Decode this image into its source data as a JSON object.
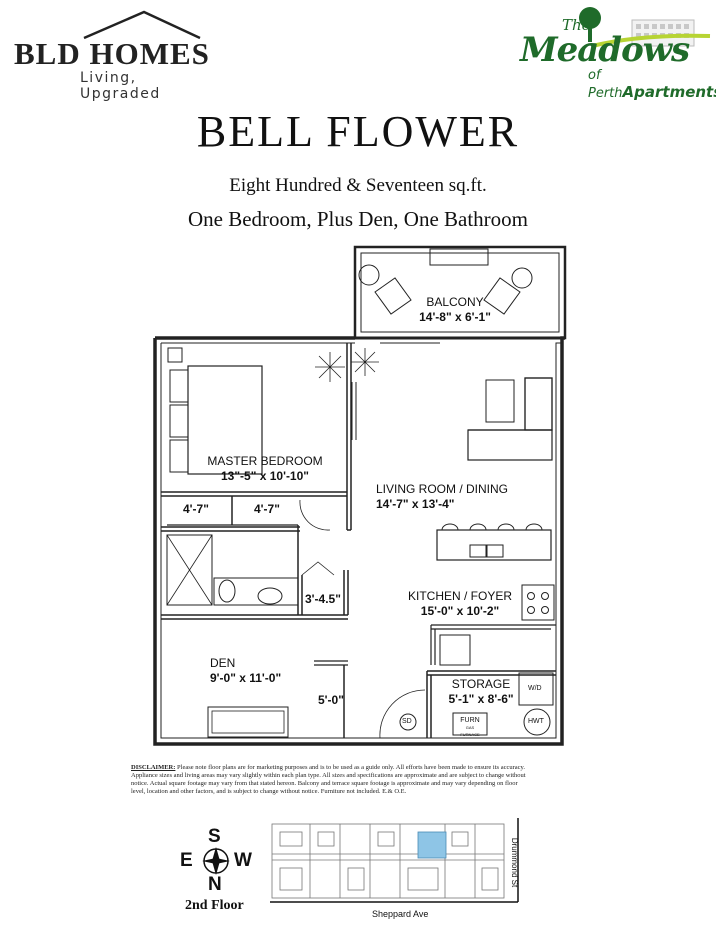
{
  "header": {
    "left_brand": {
      "name": "BLD HOMES",
      "tagline": "Living, Upgraded"
    },
    "right_brand": {
      "the": "The",
      "name": "Meadows",
      "of_perth": "of Perth",
      "apartments": "Apartments"
    }
  },
  "title": "BELL FLOWER",
  "area": "Eight Hundred & Seventeen sq.ft.",
  "layout": "One Bedroom, Plus Den, One Bathroom",
  "rooms": {
    "balcony": {
      "label": "BALCONY",
      "dims": "14'-8\" x 6'-1\""
    },
    "master_bedroom": {
      "label": "MASTER BEDROOM",
      "dims": "13\"-5\" x 10'-10\""
    },
    "living": {
      "label": "LIVING ROOM / DINING",
      "dims": "14'-7\" x 13'-4\""
    },
    "kitchen": {
      "label": "KITCHEN / FOYER",
      "dims": "15'-0\" x 10'-2\""
    },
    "den": {
      "label": "DEN",
      "dims": "9'-0\" x 11'-0\""
    },
    "storage": {
      "label": "STORAGE",
      "dims": "5'-1\" x 8'-6\""
    }
  },
  "closets": {
    "left": "4'-7\"",
    "right": "4'-7\"",
    "bath_closet": "3'-4.5\"",
    "den_closet": "5'-0\""
  },
  "fixtures": {
    "wd": "W/D",
    "hwt": "HWT",
    "sd": "SD",
    "furn": "FURN",
    "furn_sub": "GAS FURNACE"
  },
  "disclaimer": {
    "label": "DISCLAIMER:",
    "lines": [
      " Please note floor plans are for marketing purposes and is to be used as a guide only. All efforts have been made to ensure its accuracy.",
      "Appliance sizes and living areas may vary slightly within each plan type. All sizes and specifications are approximate and are subject to change without",
      "notice. Actual square footage may vary from that stated hereon. Balcony and terrace square footage is approximate and may vary depending on floor",
      "level, location and other factors, and is subject to change without notice. Furniture not included. E.& O.E."
    ]
  },
  "keyplan": {
    "compass": {
      "s": "S",
      "e": "E",
      "w": "W",
      "n": "N"
    },
    "floor": "2nd Floor",
    "street_bottom": "Sheppard Ave",
    "street_right": "Drummond St",
    "highlight_color": "#8ec5e6"
  },
  "colors": {
    "brand_green": "#1f6b2a",
    "lime": "#b7d433"
  }
}
